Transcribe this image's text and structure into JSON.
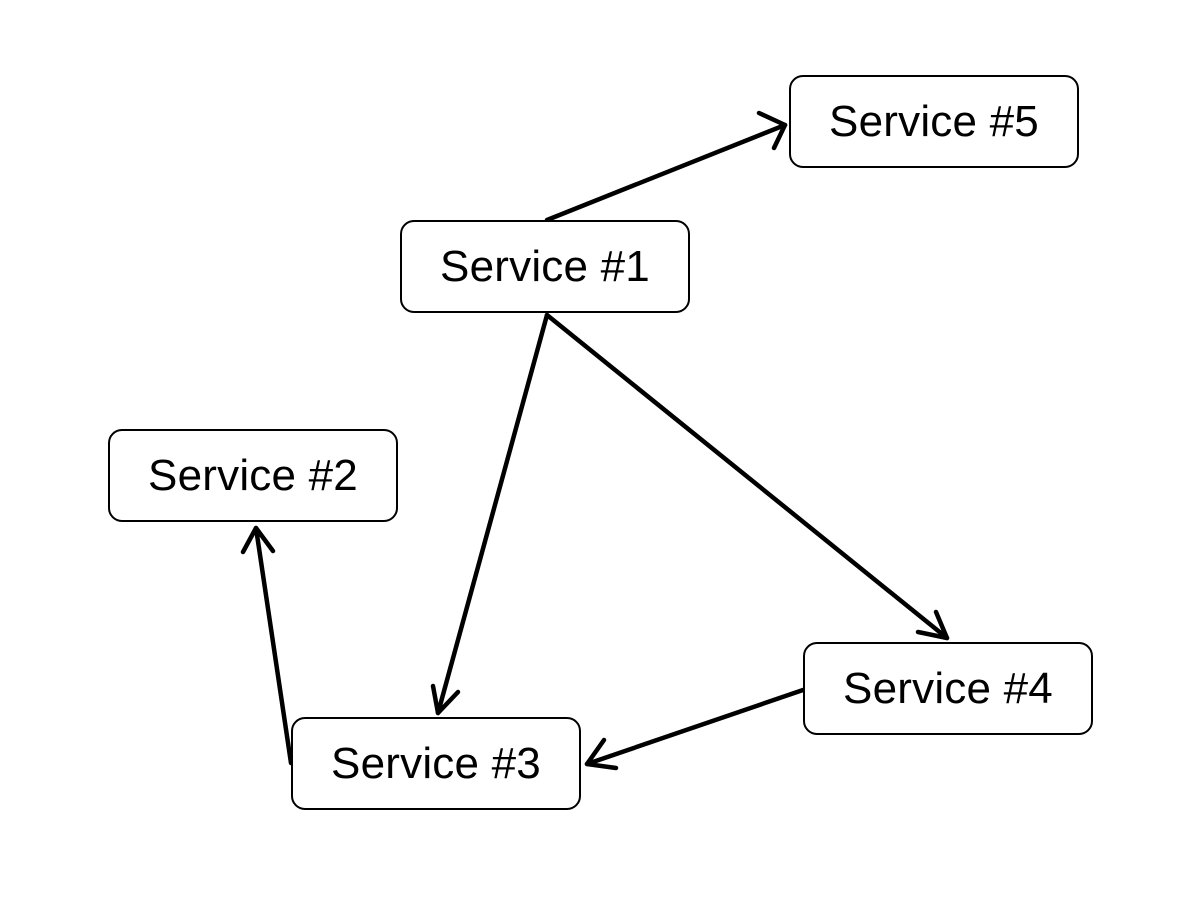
{
  "diagram": {
    "nodes": [
      {
        "id": "svc-1",
        "label": "Service #1"
      },
      {
        "id": "svc-2",
        "label": "Service #2"
      },
      {
        "id": "svc-3",
        "label": "Service #3"
      },
      {
        "id": "svc-4",
        "label": "Service #4"
      },
      {
        "id": "svc-5",
        "label": "Service #5"
      }
    ],
    "edges": [
      {
        "from": "Service #1",
        "to": "Service #5"
      },
      {
        "from": "Service #1",
        "to": "Service #3"
      },
      {
        "from": "Service #1",
        "to": "Service #4"
      },
      {
        "from": "Service #4",
        "to": "Service #3"
      },
      {
        "from": "Service #3",
        "to": "Service #2"
      }
    ]
  },
  "colors": {
    "stroke": "#000000",
    "background": "#ffffff"
  }
}
